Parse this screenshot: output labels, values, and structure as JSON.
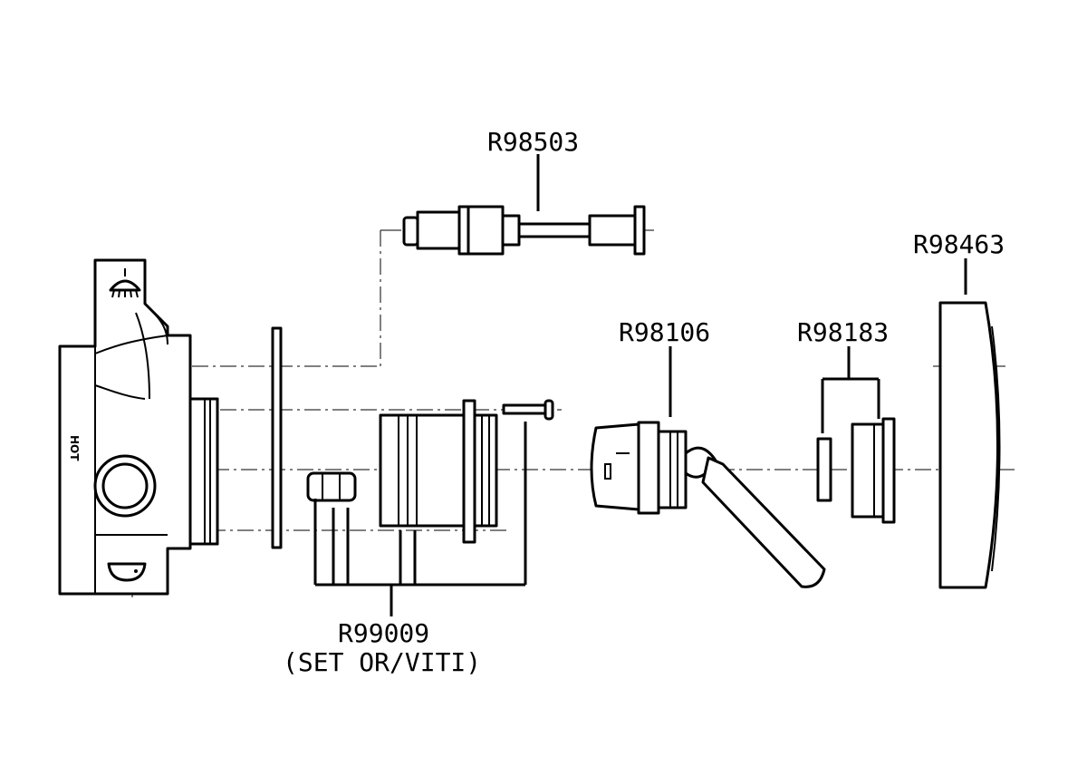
{
  "labels": {
    "r98503": "R98503",
    "r98463": "R98463",
    "r98106": "R98106",
    "r98183": "R98183",
    "r99009": "R99009",
    "r99009_note": "(SET OR/VITI)",
    "hot": "HOT"
  },
  "icons": [
    "shower-icon",
    "bath-spout-icon"
  ]
}
